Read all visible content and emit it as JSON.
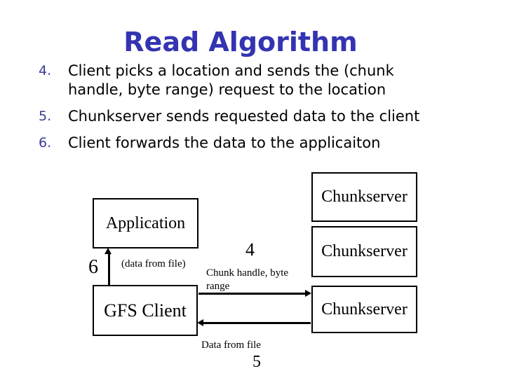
{
  "slide": {
    "title": "Read Algorithm",
    "page_number": "5"
  },
  "list": {
    "items": [
      {
        "number": "4.",
        "lines": [
          "Client picks a location and sends the (chunk",
          "handle, byte range) request to the location"
        ]
      },
      {
        "number": "5.",
        "lines": [
          "Chunkserver sends requested data to the client"
        ]
      },
      {
        "number": "6.",
        "lines": [
          "Client forwards the data to the applicaiton"
        ]
      }
    ]
  },
  "diagram": {
    "boxes": {
      "application": "Application",
      "gfs_client": "GFS Client",
      "chunkservers": [
        "Chunkserver",
        "Chunkserver",
        "Chunkserver"
      ]
    },
    "labels": {
      "step6": "6",
      "data_from_file_paren": "(data from file)",
      "step4": "4",
      "chunk_handle_request": "Chunk handle, byte range",
      "data_from_file": "Data from file"
    }
  },
  "colors": {
    "background": "#ffffff",
    "title": "#3434b2",
    "list_number": "#3a3a99",
    "text": "#000000",
    "line": "#000000"
  }
}
